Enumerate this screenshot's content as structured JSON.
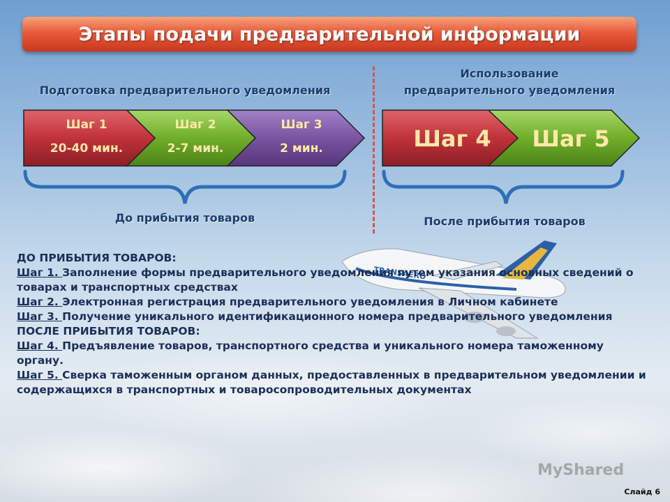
{
  "title": "Этапы подачи предварительной информации",
  "left_header": "Подготовка предварительного уведомления",
  "right_header": [
    "Использование",
    "предварительного уведомления"
  ],
  "steps_left": [
    {
      "name": "Шаг 1",
      "time": "20-40 мин.",
      "color": "#c0323a"
    },
    {
      "name": "Шаг 2",
      "time": "2-7 мин.",
      "color": "#6fae2a"
    },
    {
      "name": "Шаг 3",
      "time": "2 мин.",
      "color": "#7a54a0"
    }
  ],
  "steps_right": [
    {
      "name": "Шаг 4",
      "color": "#c0323a"
    },
    {
      "name": "Шаг 5",
      "color": "#6fae2a"
    }
  ],
  "before_label": "До прибытия товаров",
  "after_label": "После прибытия товаров",
  "body": {
    "before_heading": "ДО ПРИБЫТИЯ ТОВАРОВ:",
    "items_before": [
      {
        "step": "Шаг 1. ",
        "text": "Заполнение формы предварительного уведомления путем указания основных сведений о товарах и транспортных средствах"
      },
      {
        "step": "Шаг 2. ",
        "text": "Электронная регистрация предварительного уведомления в Личном кабинете"
      },
      {
        "step": "Шаг 3. ",
        "text": "Получение уникального идентификационного номера предварительного уведомления"
      }
    ],
    "after_heading": "ПОСЛЕ ПРИБЫТИЯ ТОВАРОВ:",
    "items_after": [
      {
        "step": "Шаг 4. ",
        "text": "Предъявление товаров, транспортного средства и уникального номера таможенному органу."
      },
      {
        "step": "Шаг 5. ",
        "text": "Сверка таможенным органом данных, предоставленных в предварительном уведомлении и содержащихся в транспортных и товаросопроводительных документах"
      }
    ]
  },
  "airline_name": "TRANSAERO",
  "watermark": "MyShared",
  "slide_number": "Слайд 6"
}
